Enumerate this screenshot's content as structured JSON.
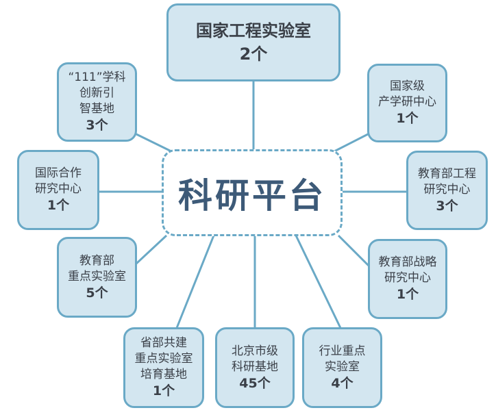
{
  "center": {
    "label": "科研平台"
  },
  "nodes": [
    {
      "lines": [
        "国家工程实验室"
      ],
      "count": "2个"
    },
    {
      "lines": [
        "“111”学科",
        "创新引",
        "智基地"
      ],
      "count": "3个"
    },
    {
      "lines": [
        "国家级",
        "产学研中心"
      ],
      "count": "1个"
    },
    {
      "lines": [
        "国际合作",
        "研究中心"
      ],
      "count": "1个"
    },
    {
      "lines": [
        "教育部工程",
        "研究中心"
      ],
      "count": "3个"
    },
    {
      "lines": [
        "教育部",
        "重点实验室"
      ],
      "count": "5个"
    },
    {
      "lines": [
        "教育部战略",
        "研究中心"
      ],
      "count": "1个"
    },
    {
      "lines": [
        "省部共建",
        "重点实验室",
        "培育基地"
      ],
      "count": "1个"
    },
    {
      "lines": [
        "北京市级",
        "科研基地"
      ],
      "count": "45个"
    },
    {
      "lines": [
        "行业重点",
        "实验室"
      ],
      "count": "4个"
    }
  ],
  "colors": {
    "box_fill": "#d3e6f0",
    "border": "#6aa9c6",
    "center_text": "#3d5a78"
  }
}
